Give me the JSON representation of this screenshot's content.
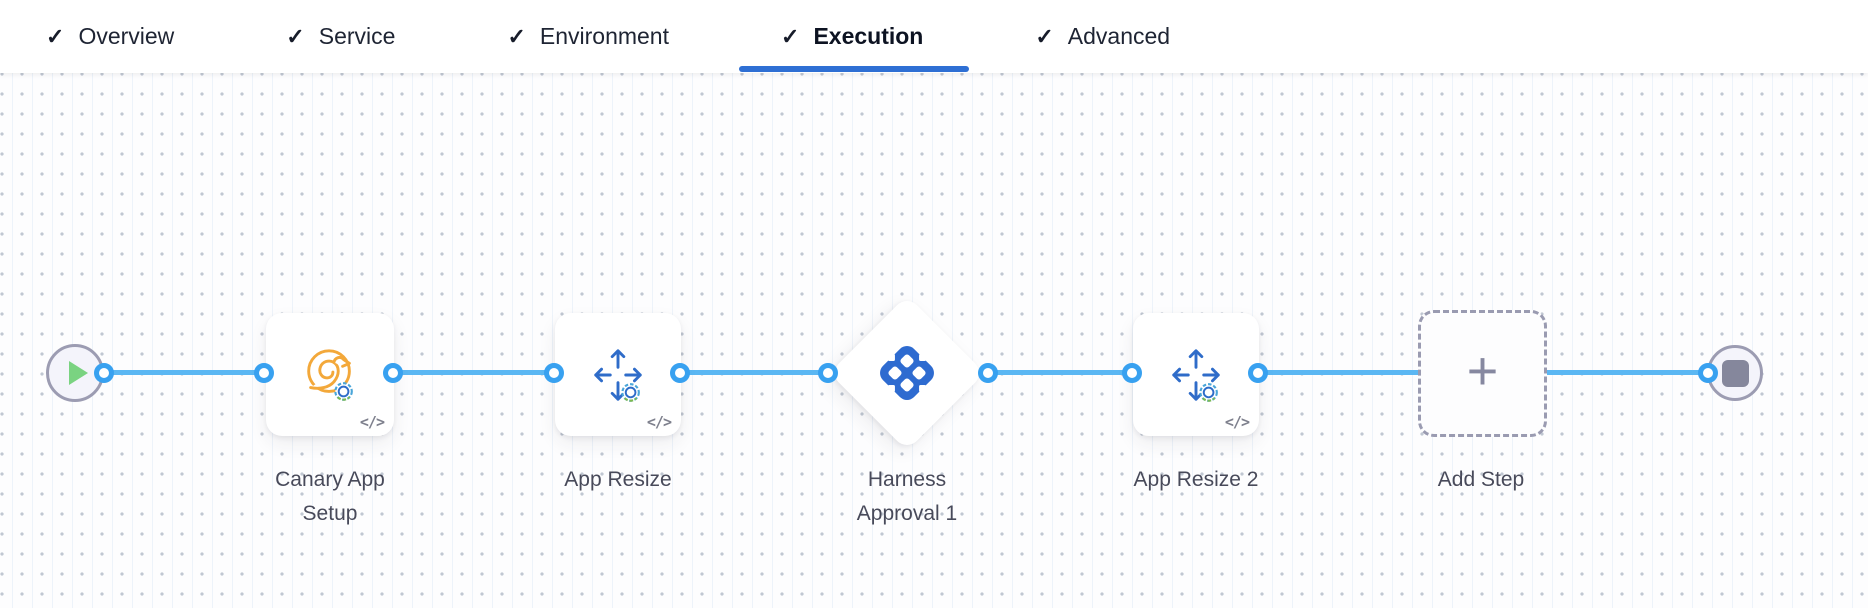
{
  "icons": {
    "check": "✓",
    "code": "</>",
    "plus": "+"
  },
  "tabs": [
    {
      "label": "Overview",
      "active": false
    },
    {
      "label": "Service",
      "active": false
    },
    {
      "label": "Environment",
      "active": false
    },
    {
      "label": "Execution",
      "active": true
    },
    {
      "label": "Advanced",
      "active": false
    }
  ],
  "pipeline": {
    "steps": [
      {
        "label": "Canary App Setup",
        "type": "canary-app-setup"
      },
      {
        "label": "App Resize",
        "type": "app-resize"
      },
      {
        "label": "Harness Approval 1",
        "type": "harness-approval"
      },
      {
        "label": "App Resize 2",
        "type": "app-resize"
      },
      {
        "label": "Add Step",
        "type": "add-step-placeholder"
      }
    ]
  },
  "colors": {
    "active_tab_underline": "#2e6fd4",
    "edge_line": "#5bb7f3",
    "connector_ring": "#38a1f0",
    "play_icon": "#7ad381",
    "stop_icon": "#85879c",
    "canary_icon": "#f3a83a",
    "approval_logo": "#2e6bd0",
    "label_text": "#484a5a"
  }
}
